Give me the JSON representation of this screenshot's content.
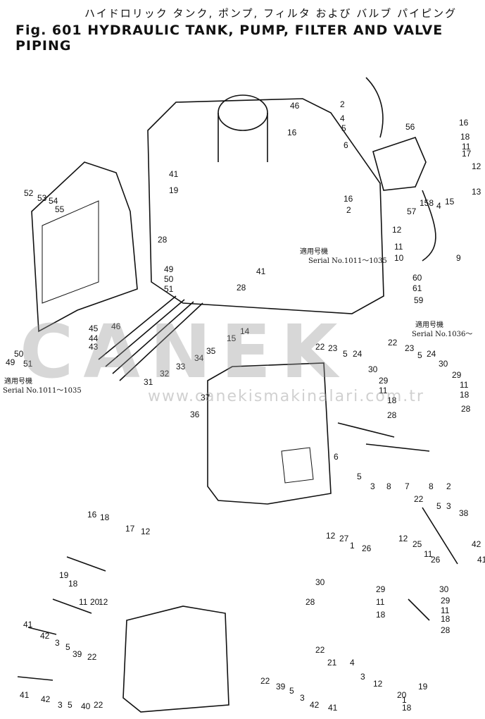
{
  "title": {
    "japanese": "ハイドロリック タンク, ポンプ, フィルタ および バルブ パイピング",
    "english": "Fig. 601 HYDRAULIC TANK, PUMP, FILTER AND VALVE PIPING"
  },
  "watermark": {
    "brand": "CANEK",
    "url": "www.canekismakinalari.com.tr"
  },
  "notes": {
    "serial_a_jp": "適用号機",
    "serial_a": "Serial No.1011～1035",
    "serial_b_jp": "適用号機",
    "serial_b": "Serial No.1036～",
    "serial_c_jp": "適用号機",
    "serial_c": "Serial No.1011～1035"
  },
  "callouts": [
    "46",
    "16",
    "2",
    "4",
    "5",
    "6",
    "56",
    "16",
    "18",
    "11",
    "17",
    "12",
    "13",
    "15",
    "4",
    "158",
    "57",
    "9",
    "12",
    "11",
    "10",
    "41",
    "19",
    "16",
    "2",
    "28",
    "28",
    "41",
    "49",
    "50",
    "51",
    "52",
    "53",
    "54",
    "55",
    "46",
    "45",
    "44",
    "43",
    "49",
    "50",
    "51",
    "14",
    "15",
    "35",
    "34",
    "33",
    "32",
    "31",
    "37",
    "36",
    "60",
    "61",
    "59",
    "22",
    "23",
    "5",
    "24",
    "30",
    "29",
    "11",
    "18",
    "28",
    "22",
    "23",
    "5",
    "24",
    "30",
    "29",
    "11",
    "18",
    "28",
    "6",
    "5",
    "3",
    "8",
    "7",
    "8",
    "2",
    "22",
    "5",
    "3",
    "38",
    "42",
    "41",
    "12",
    "27",
    "1",
    "26",
    "12",
    "25",
    "11",
    "26",
    "30",
    "29",
    "11",
    "18",
    "28",
    "30",
    "29",
    "11",
    "18",
    "28",
    "22",
    "21",
    "4",
    "3",
    "12",
    "19",
    "20",
    "1",
    "18",
    "16",
    "18",
    "17",
    "12",
    "19",
    "18",
    "11",
    "20",
    "12",
    "41",
    "42",
    "5",
    "39",
    "22",
    "3",
    "41",
    "42",
    "3",
    "5",
    "40",
    "22",
    "22",
    "39",
    "5",
    "3",
    "42",
    "41"
  ]
}
